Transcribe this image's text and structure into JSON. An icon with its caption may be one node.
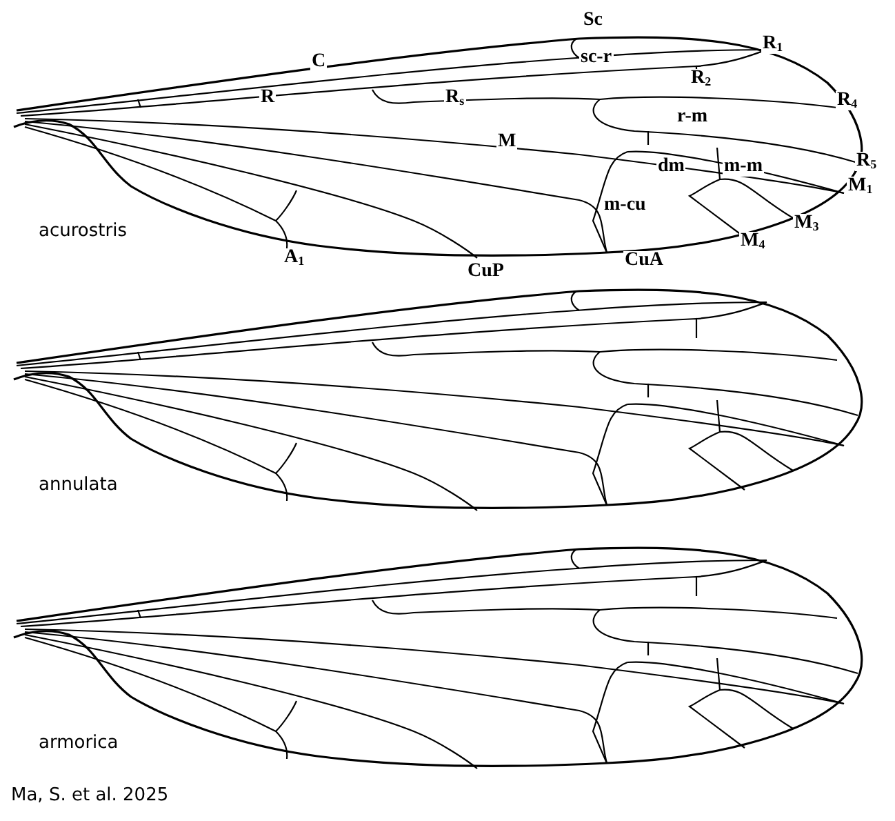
{
  "diagram": {
    "labels": [
      "Sc",
      "sc-r",
      "C",
      "R$_{1}$",
      "R$_{2}$",
      "R",
      "R$_{s}$",
      "R$_{4}$",
      "r-m",
      "M",
      "R$_{5}$",
      "dm",
      "m-m",
      "M$_{1}$",
      "m-cu",
      "M$_{3}$",
      "acurostris",
      "M$_{4}$",
      "A$_{1}$",
      "CuA",
      "CuP",
      "annulata",
      "armorica",
      "Ma, S. et al. 2025"
    ]
  }
}
